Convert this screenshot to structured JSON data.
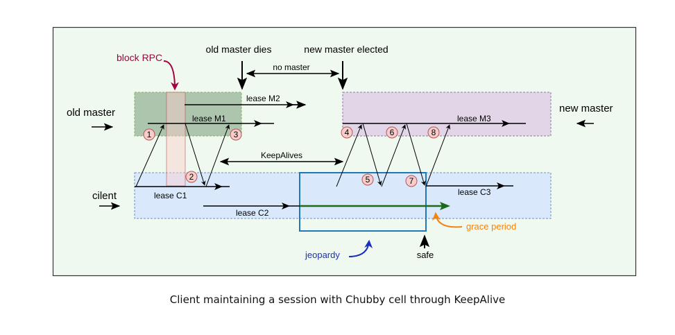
{
  "labels": {
    "old_master_dies": "old master dies",
    "new_master_elected": "new master elected",
    "block_rpc": "block RPC",
    "no_master": "no master",
    "old_master": "old master",
    "new_master": "new master",
    "client": "cilent",
    "keepalives": "KeepAlives",
    "jeopardy": "jeopardy",
    "safe": "safe",
    "grace_period": "grace period"
  },
  "leases": {
    "m1": "lease M1",
    "m2": "lease M2",
    "m3": "lease M3",
    "c1": "lease C1",
    "c2": "lease C2",
    "c3": "lease C3"
  },
  "steps": [
    "1",
    "2",
    "3",
    "4",
    "5",
    "6",
    "7",
    "8"
  ],
  "caption": "Client maintaining a session with Chubby cell through KeepAlive",
  "colors": {
    "canvas_bg": "#f0f9ef",
    "old_master_region": "#adc4ad",
    "new_master_region": "#e1d5e7",
    "client_region": "#dae8fc",
    "block_rpc": "#a50040",
    "block_rpc_fill": "#f8cecc",
    "jeopardy_box": "#1f77b4",
    "jeopardy_text": "#1a2fbf",
    "grace_period": "#f5820d",
    "grace_line": "#1b6b1b",
    "badge_fill": "#f8cecc",
    "badge_stroke": "#b85450"
  }
}
